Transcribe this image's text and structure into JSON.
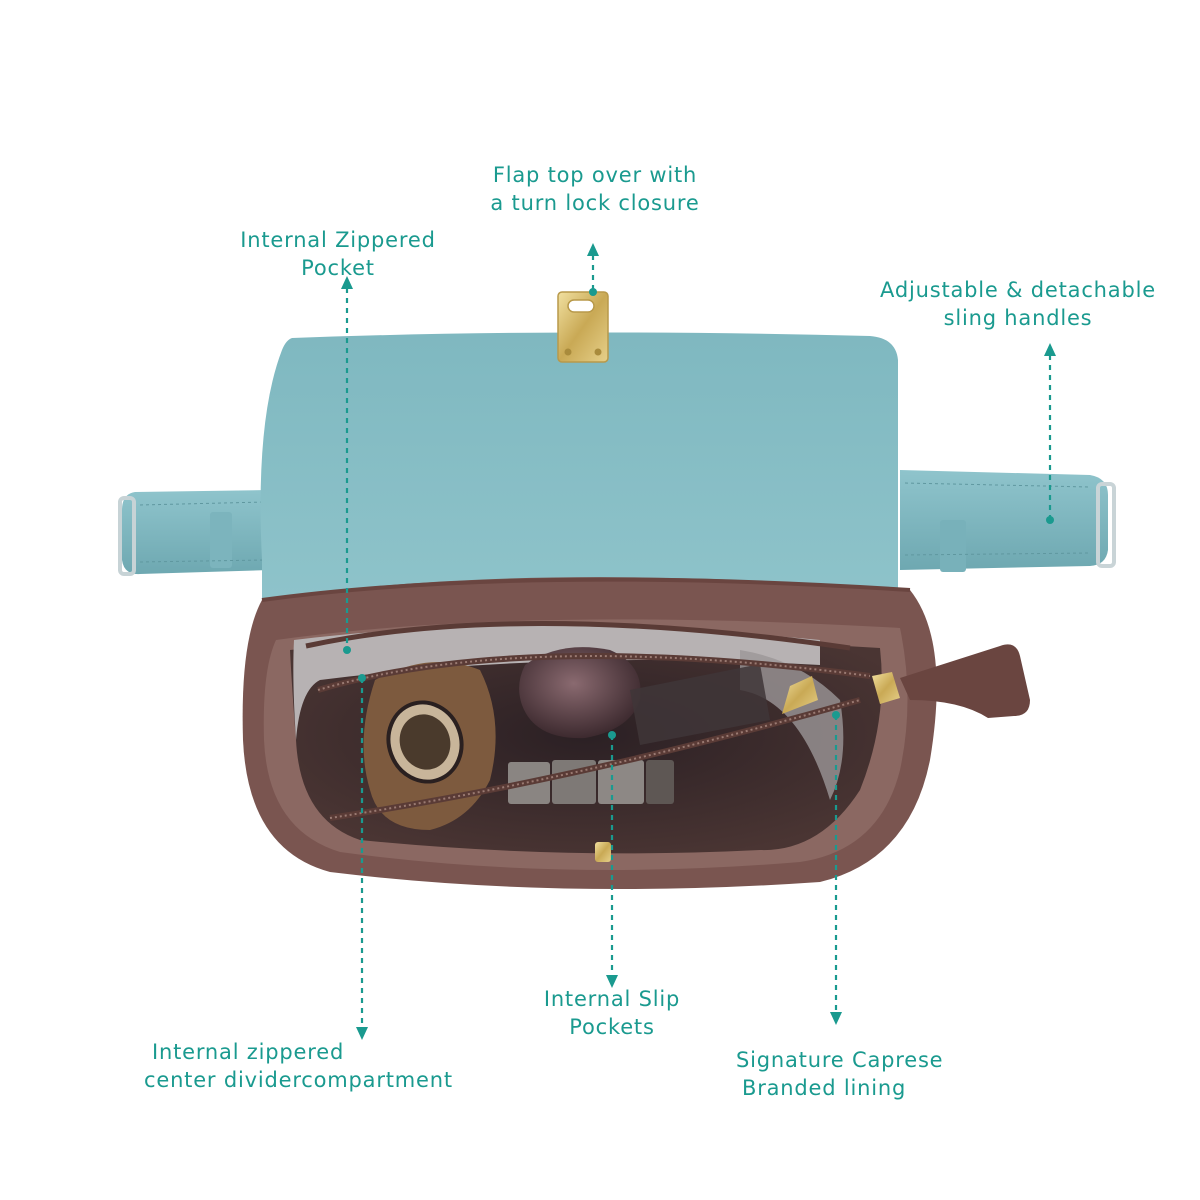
{
  "callouts": {
    "flap": {
      "line1": "Flap top over with",
      "line2": "a turn lock closure"
    },
    "zip_pocket": {
      "line1": "Internal Zippered",
      "line2": "Pocket"
    },
    "sling": {
      "line1": "Adjustable & detachable",
      "line2": "sling handles"
    },
    "slip": {
      "line1": "Internal Slip",
      "line2": "Pockets"
    },
    "divider": {
      "line1": "Internal zippered",
      "line2": "center dividercompartment"
    },
    "lining": {
      "line1": "Signature Caprese",
      "line2": "Branded lining"
    }
  },
  "colors": {
    "accent": "#1a9a8f",
    "bag_body": "#87bec6",
    "interior": "#7a5550",
    "hardware": "#d9c27a"
  }
}
